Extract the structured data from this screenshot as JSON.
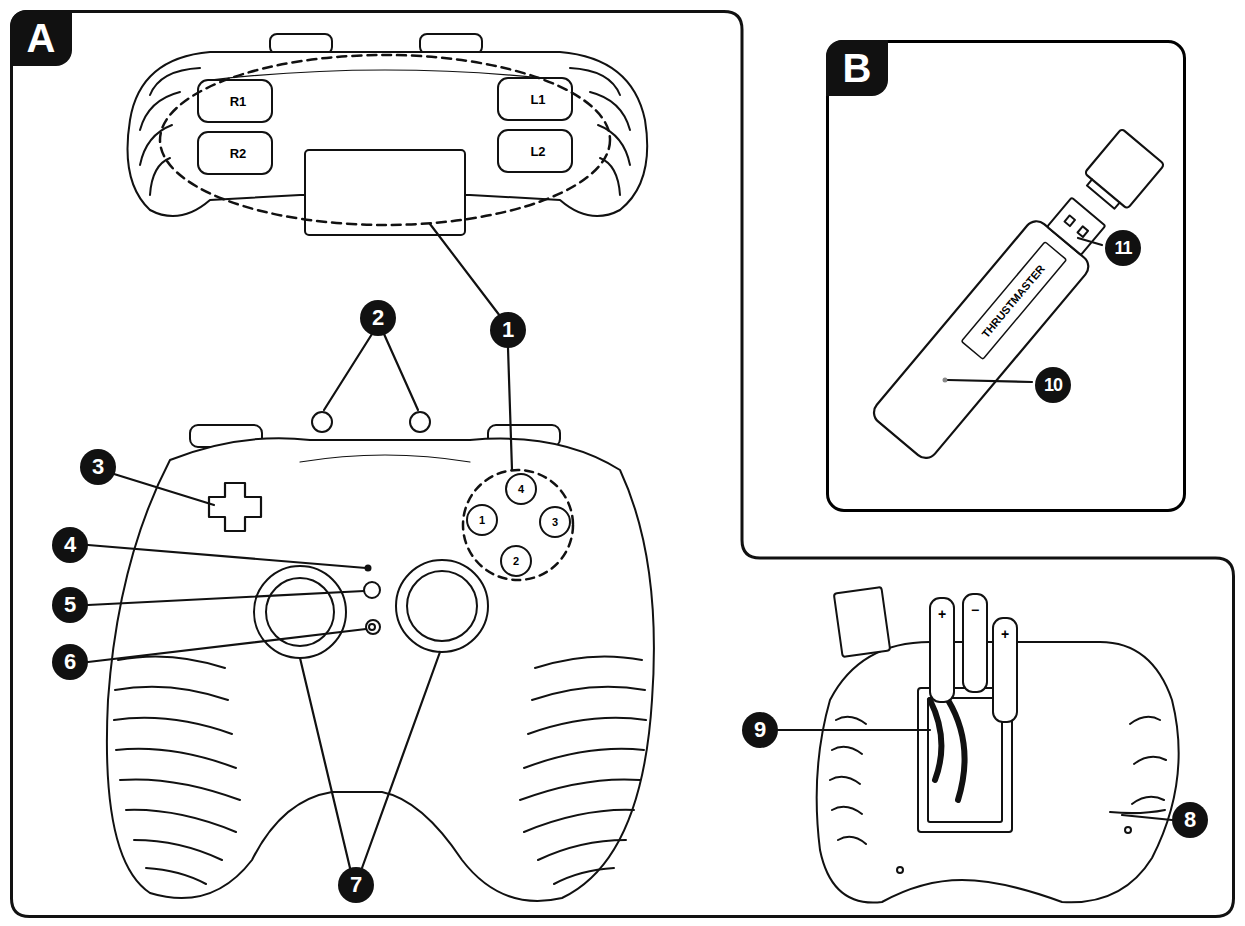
{
  "diagram": {
    "nodes": [
      {
        "text": [
          "A"
        ]
      },
      {
        "text": [
          "2"
        ],
        "in": 0
      },
      {
        "text": [
          "1"
        ],
        "in": 0
      },
      {
        "text": [
          "3"
        ],
        "in": 0
      },
      {
        "text": [
          "4"
        ],
        "in": 0
      },
      {
        "text": [
          "5"
        ],
        "in": 0
      },
      {
        "text": [
          "6"
        ],
        "in": 0
      },
      {
        "text": [
          "7"
        ],
        "in": 0
      },
      {
        "text": [
          "B"
        ]
      },
      {
        "text": [
          "11"
        ],
        "in": 8
      },
      {
        "text": [
          "10"
        ],
        "in": 8
      },
      {
        "text": [
          "9"
        ],
        "in": 0
      },
      {
        "text": [
          "8"
        ],
        "in": 0
      }
    ],
    "labels": [
      "R1",
      "R2",
      "L1",
      "L2",
      "1",
      "2",
      "3",
      "4",
      "THRUSTMASTER",
      "+",
      "+",
      "−"
    ]
  }
}
